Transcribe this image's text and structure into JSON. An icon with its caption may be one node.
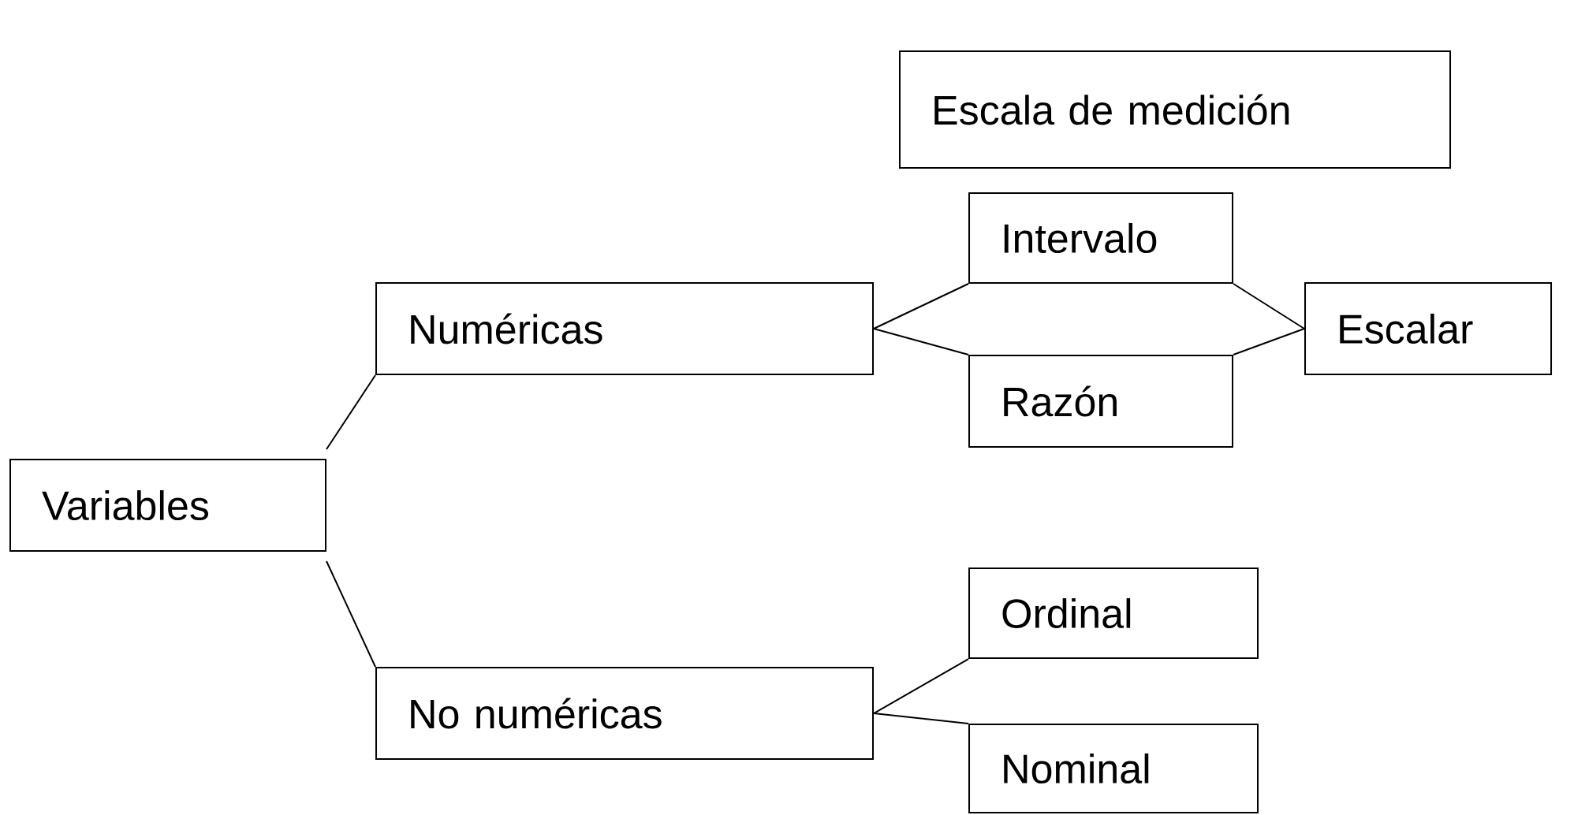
{
  "diagram": {
    "nodes": [
      {
        "text": [
          "Escala de medición"
        ]
      },
      {
        "text": [
          "Variables"
        ]
      },
      {
        "text": [
          "Numéricas"
        ]
      },
      {
        "text": [
          "No numéricas"
        ]
      },
      {
        "text": [
          "Intervalo"
        ]
      },
      {
        "text": [
          "Razón"
        ]
      },
      {
        "text": [
          "Escalar"
        ]
      },
      {
        "text": [
          "Ordinal"
        ]
      },
      {
        "text": [
          "Nominal"
        ]
      }
    ],
    "edges": [
      {
        "from": 1,
        "to": 2,
        "arrow": "none"
      },
      {
        "from": 1,
        "to": 3,
        "arrow": "none"
      },
      {
        "from": 2,
        "to": 4,
        "arrow": "none"
      },
      {
        "from": 2,
        "to": 5,
        "arrow": "none"
      },
      {
        "from": 4,
        "to": 6,
        "arrow": "none"
      },
      {
        "from": 5,
        "to": 6,
        "arrow": "none"
      },
      {
        "from": 3,
        "to": 7,
        "arrow": "none"
      },
      {
        "from": 3,
        "to": 8,
        "arrow": "none"
      }
    ]
  }
}
